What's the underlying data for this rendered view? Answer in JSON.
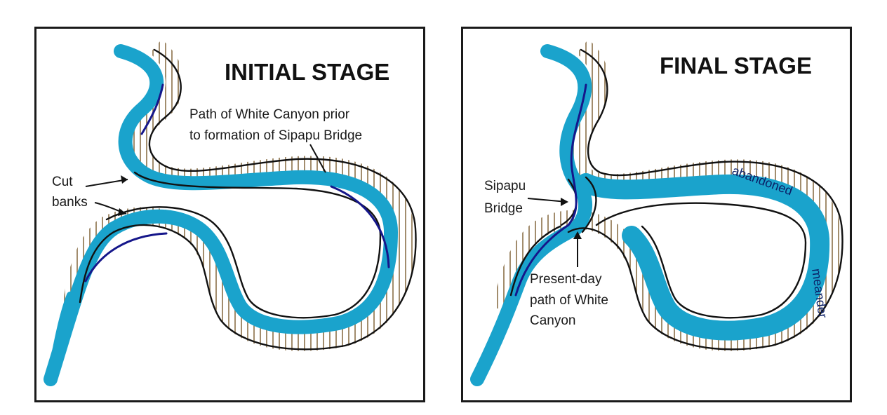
{
  "colors": {
    "river": "#1aa3cc",
    "thalweg": "#15168a",
    "canyon_wall_hatch": "#8a7048",
    "outline": "#111111"
  },
  "panels": [
    {
      "title": "INITIAL STAGE",
      "labels": {
        "path_line1": "Path of White Canyon prior",
        "path_line2": "to formation of Sipapu Bridge",
        "cut_line1": "Cut",
        "cut_line2": "banks"
      }
    },
    {
      "title": "FINAL STAGE",
      "labels": {
        "bridge_line1": "Sipapu",
        "bridge_line2": "Bridge",
        "present_line1": "Present-day",
        "present_line2": "path of White",
        "present_line3": "Canyon",
        "abandoned": "abandoned",
        "meander": "meander"
      }
    }
  ]
}
